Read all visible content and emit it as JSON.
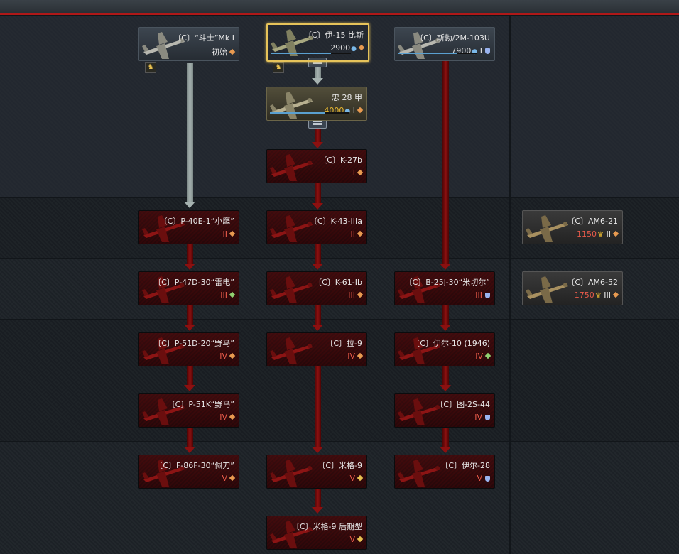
{
  "colors": {
    "locked_card": "#3a0c0e",
    "owned_card": "#3d4650",
    "selected_border": "#e6c35a",
    "red_line": "#8c1010",
    "grey_line": "#a6b2b0",
    "research_gold": "#e8b830",
    "premium_cost": "#e85a4a"
  },
  "icons": {
    "rp": "research-points-icon",
    "ge": "golden-eagles-icon",
    "dia": "diamond-badge-icon",
    "shield": "shield-icon"
  },
  "vehicles": [
    {
      "id": "gladiator",
      "name": "〔C〕“斗士”Mk I",
      "status_text": "初始",
      "state": "owned",
      "badge": "dia",
      "badge_color": "orange",
      "rank": "",
      "cost": "",
      "currency": ""
    },
    {
      "id": "i15",
      "name": "〔C〕伊-15 比斯",
      "cost": "2900",
      "currency": "rp",
      "rank": "",
      "badge": "dia",
      "badge_color": "orange",
      "state": "selected",
      "progress": 0.75
    },
    {
      "id": "sb2m",
      "name": "〔C〕斯勃/2M-103U",
      "cost": "7900",
      "currency": "rp",
      "rank": "I",
      "badge": "shield",
      "state": "owned",
      "progress": 0.75
    },
    {
      "id": "ki27",
      "name": "忠 28 甲",
      "cost": "4000",
      "currency": "rp",
      "rank": "I",
      "badge": "dia",
      "badge_color": "orange",
      "state": "researching",
      "progress": 0.7
    },
    {
      "id": "k27b",
      "name": "〔C〕K-27b",
      "rank": "I",
      "badge": "dia",
      "badge_color": "orange",
      "state": "locked"
    },
    {
      "id": "p40",
      "name": "〔C〕P-40E-1“小鹰”",
      "rank": "II",
      "badge": "dia",
      "badge_color": "orange",
      "state": "locked"
    },
    {
      "id": "ki43",
      "name": "〔C〕K-43-IIIa",
      "rank": "II",
      "badge": "dia",
      "badge_color": "orange",
      "state": "locked"
    },
    {
      "id": "am621",
      "name": "〔C〕AM6-21",
      "cost": "1150",
      "currency": "ge",
      "rank": "II",
      "badge": "dia",
      "badge_color": "orange",
      "state": "premium"
    },
    {
      "id": "p47",
      "name": "〔C〕P-47D-30“雷电”",
      "rank": "III",
      "badge": "dia",
      "badge_color": "green",
      "state": "locked"
    },
    {
      "id": "ki61",
      "name": "〔C〕K-61-Ib",
      "rank": "III",
      "badge": "dia",
      "badge_color": "orange",
      "state": "locked"
    },
    {
      "id": "b25",
      "name": "〔C〕B-25J-30“米切尔”",
      "rank": "III",
      "badge": "shield",
      "state": "locked"
    },
    {
      "id": "am652",
      "name": "〔C〕AM6-52",
      "cost": "1750",
      "currency": "ge",
      "rank": "III",
      "badge": "dia",
      "badge_color": "orange",
      "state": "premium"
    },
    {
      "id": "p51d",
      "name": "〔C〕P-51D-20“野马”",
      "rank": "IV",
      "badge": "dia",
      "badge_color": "orange",
      "state": "locked"
    },
    {
      "id": "la9",
      "name": "〔C〕拉-9",
      "rank": "IV",
      "badge": "dia",
      "badge_color": "orange",
      "state": "locked"
    },
    {
      "id": "il10",
      "name": "〔C〕伊尔-10 (1946)",
      "rank": "IV",
      "badge": "dia",
      "badge_color": "green",
      "state": "locked"
    },
    {
      "id": "p51k",
      "name": "〔C〕P-51K“野马”",
      "rank": "IV",
      "badge": "dia",
      "badge_color": "orange",
      "state": "locked"
    },
    {
      "id": "tu2",
      "name": "〔C〕图-2S-44",
      "rank": "IV",
      "badge": "shield",
      "state": "locked"
    },
    {
      "id": "f86",
      "name": "〔C〕F-86F-30“佩刀”",
      "rank": "V",
      "badge": "dia",
      "badge_color": "orange",
      "state": "locked"
    },
    {
      "id": "mig9",
      "name": "〔C〕米格-9",
      "rank": "V",
      "badge": "dia",
      "badge_color": "yellow",
      "state": "locked"
    },
    {
      "id": "il28",
      "name": "〔C〕伊尔-28",
      "rank": "V",
      "badge": "shield",
      "state": "locked"
    },
    {
      "id": "mig9l",
      "name": "〔C〕米格-9 后期型",
      "rank": "V",
      "badge": "dia",
      "badge_color": "yellow",
      "state": "locked"
    }
  ]
}
